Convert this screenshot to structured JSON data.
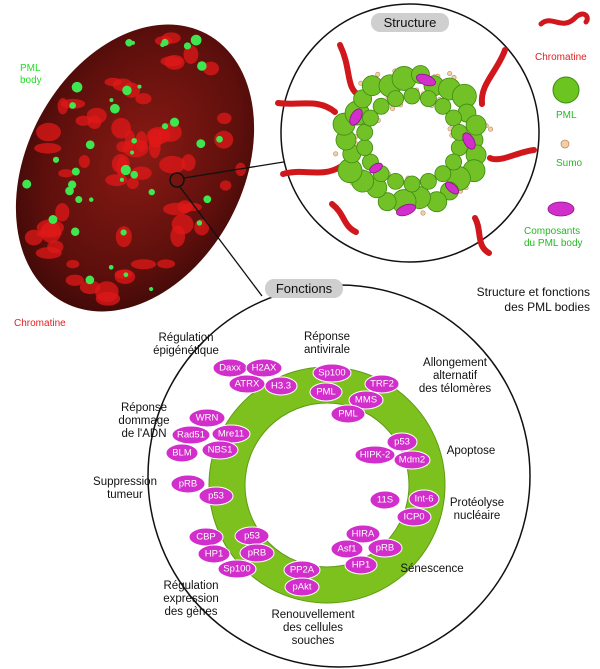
{
  "colors": {
    "nucleus": "#7a1212",
    "chromatin": "#d0181c",
    "pml_green": "#6cc421",
    "pml_body_green": "#34e84a",
    "component": "#d22ecb",
    "sumo": "#e4b48c",
    "title_pill": "#cfcfcf"
  },
  "nucleus_labels": {
    "pml_body": "PML body",
    "chromatine": "Chromatine"
  },
  "structure": {
    "title": "Structure",
    "legend": {
      "chromatine": "Chromatine",
      "pml": "PML",
      "sumo": "Sumo",
      "composants": "Composants du PML body"
    }
  },
  "side_title": "Structure et fonctions des PML bodies",
  "functions": {
    "title": "Fonctions",
    "categories": {
      "regulation_epigenetique": "Régulation épigénétique",
      "reponse_antivirale": "Réponse antivirale",
      "allongement": "Allongement alternatif des télomères",
      "reponse_dommage": "Réponse dommage de l'ADN",
      "apoptose": "Apoptose",
      "suppression_tumeur": "Suppression tumeur",
      "proteolyse": "Protéolyse nucléaire",
      "senescence": "Sénescence",
      "regulation_expression": "Régulation expression des gènes",
      "renouvellement": "Renouvellement des cellules souches"
    },
    "proteins": {
      "daxx": "Daxx",
      "h2ax": "H2AX",
      "atrx": "ATRX",
      "h33": "H3.3",
      "sp100_top": "Sp100",
      "pml_top": "PML",
      "trf2": "TRF2",
      "mms": "MMS",
      "pml_right": "PML",
      "wrn": "WRN",
      "rad51": "Rad51",
      "mre11": "Mre11",
      "blm": "BLM",
      "nbs1": "NBS1",
      "p53_right": "p53",
      "hipk2": "HIPK-2",
      "mdm2": "Mdm2",
      "prb_left": "pRB",
      "p53_left": "p53",
      "s11s": "11S",
      "int6": "Int-6",
      "icp0": "ICP0",
      "cbp": "CBP",
      "p53_bl": "p53",
      "hp1_bl": "HP1",
      "prb_bl": "pRB",
      "sp100_bl": "Sp100",
      "pp2a": "PP2A",
      "pakt": "pAkt",
      "hira": "HIRA",
      "asf1": "Asf1",
      "prb_br": "pRB",
      "hp1_br": "HP1"
    }
  }
}
